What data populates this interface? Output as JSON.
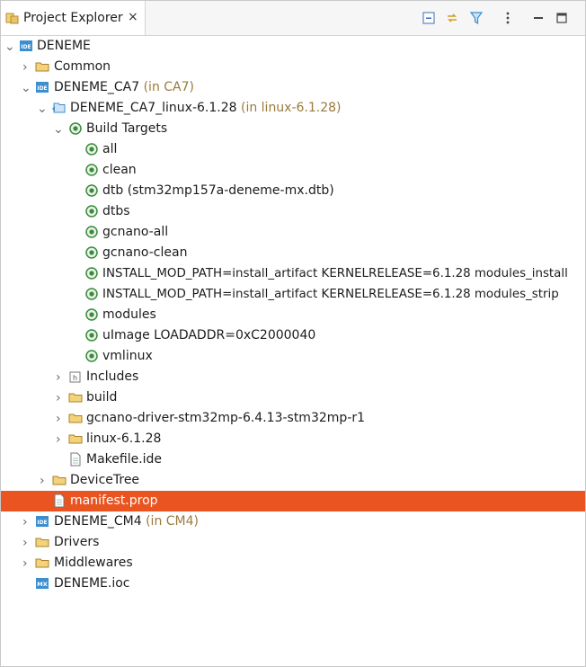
{
  "view": {
    "title": "Project Explorer",
    "close_glyph": "×",
    "toolbar": [
      "collapse-all-icon",
      "link-with-editor-icon",
      "filter-icon",
      "view-menu-icon",
      "minimize-icon",
      "maximize-icon"
    ]
  },
  "colors": {
    "selection": "#e95420",
    "decoration": "#9a7a3c",
    "build_target_green": "#3b8a3b",
    "ide_blue": "#3b8fd1",
    "folder": "#e8c36a"
  },
  "tree": [
    {
      "label": "DENEME",
      "decoration": "",
      "icon": "ide-project-icon",
      "twisty": "expanded"
    },
    {
      "label": "Common",
      "decoration": "",
      "icon": "folder-icon",
      "twisty": "collapsed"
    },
    {
      "label": "DENEME_CA7",
      "decoration": "(in CA7)",
      "icon": "ide-project-icon",
      "twisty": "expanded"
    },
    {
      "label": "DENEME_CA7_linux-6.1.28",
      "decoration": "(in linux-6.1.28)",
      "icon": "linked-folder-icon",
      "twisty": "expanded"
    },
    {
      "label": "Build Targets",
      "decoration": "",
      "icon": "build-targets-icon",
      "twisty": "expanded"
    },
    {
      "label": "all",
      "decoration": "",
      "icon": "build-target-icon",
      "twisty": "none"
    },
    {
      "label": "clean",
      "decoration": "",
      "icon": "build-target-icon",
      "twisty": "none"
    },
    {
      "label": "dtb (stm32mp157a-deneme-mx.dtb)",
      "decoration": "",
      "icon": "build-target-icon",
      "twisty": "none"
    },
    {
      "label": "dtbs",
      "decoration": "",
      "icon": "build-target-icon",
      "twisty": "none"
    },
    {
      "label": "gcnano-all",
      "decoration": "",
      "icon": "build-target-icon",
      "twisty": "none"
    },
    {
      "label": "gcnano-clean",
      "decoration": "",
      "icon": "build-target-icon",
      "twisty": "none"
    },
    {
      "label": "INSTALL_MOD_PATH=install_artifact KERNELRELEASE=6.1.28 modules_install",
      "decoration": "",
      "icon": "build-target-icon",
      "twisty": "none"
    },
    {
      "label": "INSTALL_MOD_PATH=install_artifact KERNELRELEASE=6.1.28 modules_strip",
      "decoration": "",
      "icon": "build-target-icon",
      "twisty": "none"
    },
    {
      "label": "modules",
      "decoration": "",
      "icon": "build-target-icon",
      "twisty": "none"
    },
    {
      "label": "uImage LOADADDR=0xC2000040",
      "decoration": "",
      "icon": "build-target-icon",
      "twisty": "none"
    },
    {
      "label": "vmlinux",
      "decoration": "",
      "icon": "build-target-icon",
      "twisty": "none"
    },
    {
      "label": "Includes",
      "decoration": "",
      "icon": "includes-icon",
      "twisty": "collapsed"
    },
    {
      "label": "build",
      "decoration": "",
      "icon": "folder-icon",
      "twisty": "collapsed"
    },
    {
      "label": "gcnano-driver-stm32mp-6.4.13-stm32mp-r1",
      "decoration": "",
      "icon": "folder-icon",
      "twisty": "collapsed"
    },
    {
      "label": "linux-6.1.28",
      "decoration": "",
      "icon": "folder-icon",
      "twisty": "collapsed"
    },
    {
      "label": "Makefile.ide",
      "decoration": "",
      "icon": "file-icon",
      "twisty": "none"
    },
    {
      "label": "DeviceTree",
      "decoration": "",
      "icon": "folder-icon",
      "twisty": "collapsed"
    },
    {
      "label": "manifest.prop",
      "decoration": "",
      "icon": "file-icon",
      "twisty": "none",
      "selected": true
    },
    {
      "label": "DENEME_CM4",
      "decoration": "(in CM4)",
      "icon": "ide-project-icon",
      "twisty": "collapsed"
    },
    {
      "label": "Drivers",
      "decoration": "",
      "icon": "folder-icon",
      "twisty": "collapsed"
    },
    {
      "label": "Middlewares",
      "decoration": "",
      "icon": "folder-icon",
      "twisty": "collapsed"
    },
    {
      "label": "DENEME.ioc",
      "decoration": "",
      "icon": "mx-file-icon",
      "twisty": "none"
    }
  ]
}
